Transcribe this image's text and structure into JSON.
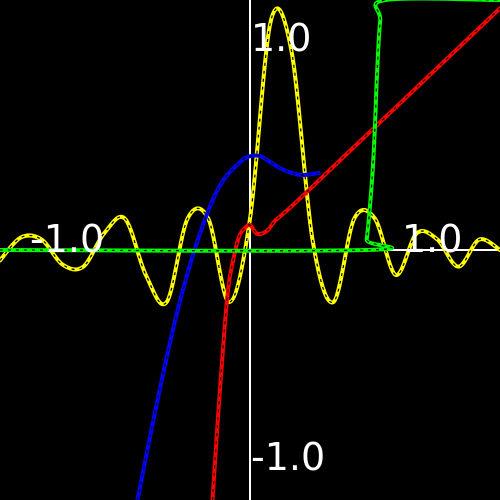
{
  "chart_data": {
    "type": "line",
    "title": "",
    "xlabel": "",
    "ylabel": "",
    "xlim": [
      -1.2,
      1.2
    ],
    "ylim": [
      -1.2,
      1.2
    ],
    "grid": false,
    "background": "#000000",
    "axis_color": "#ffffff",
    "tick_labels": {
      "x_neg": "-1.0",
      "x_pos": "1.0",
      "y_pos": "1.0",
      "y_neg": "-1.0"
    },
    "series": [
      {
        "color": "#ffff00",
        "x": [
          -1.2,
          -1.1,
          -1.0,
          -0.9,
          -0.8,
          -0.7,
          -0.6,
          -0.5,
          -0.4,
          -0.3,
          -0.2,
          -0.1,
          0.0,
          0.1,
          0.2,
          0.3,
          0.4,
          0.5,
          0.6,
          0.7,
          0.8,
          0.9,
          1.0,
          1.1,
          1.2
        ],
        "y": [
          -0.05,
          0.06,
          0.05,
          -0.07,
          -0.08,
          0.08,
          0.15,
          -0.12,
          -0.25,
          0.15,
          0.15,
          -0.25,
          0.15,
          1.1,
          0.95,
          0.05,
          -0.25,
          0.15,
          0.15,
          -0.12,
          0.08,
          0.05,
          -0.08,
          0.05,
          0.0
        ]
      },
      {
        "color": "#0000ff",
        "x": [
          -0.54,
          -0.45,
          -0.35,
          -0.25,
          -0.15,
          -0.05,
          0.0,
          0.05,
          0.1,
          0.15,
          0.2,
          0.25,
          0.3,
          0.33
        ],
        "y": [
          -1.2,
          -0.75,
          -0.3,
          0.05,
          0.3,
          0.42,
          0.45,
          0.45,
          0.42,
          0.39,
          0.37,
          0.36,
          0.365,
          0.37
        ]
      },
      {
        "color": "#ff0000",
        "x": [
          -0.18,
          -0.15,
          -0.12,
          -0.1,
          -0.07,
          -0.05,
          -0.03,
          0.0,
          0.03,
          0.06,
          0.09,
          0.12,
          0.2,
          0.4,
          0.6,
          0.8,
          1.0,
          1.2
        ],
        "y": [
          -1.2,
          -0.75,
          -0.35,
          -0.15,
          0.0,
          0.07,
          0.1,
          0.12,
          0.08,
          0.08,
          0.1,
          0.14,
          0.21,
          0.4,
          0.59,
          0.78,
          0.97,
          1.16
        ]
      },
      {
        "color": "#00ff00",
        "x": [
          -1.2,
          0.55,
          0.56,
          0.575,
          0.59,
          0.6,
          0.61,
          0.625,
          0.65,
          1.2
        ],
        "y": [
          0.0,
          0.0,
          0.05,
          0.2,
          0.4,
          0.6,
          0.85,
          1.1,
          1.2,
          1.2
        ]
      }
    ]
  }
}
